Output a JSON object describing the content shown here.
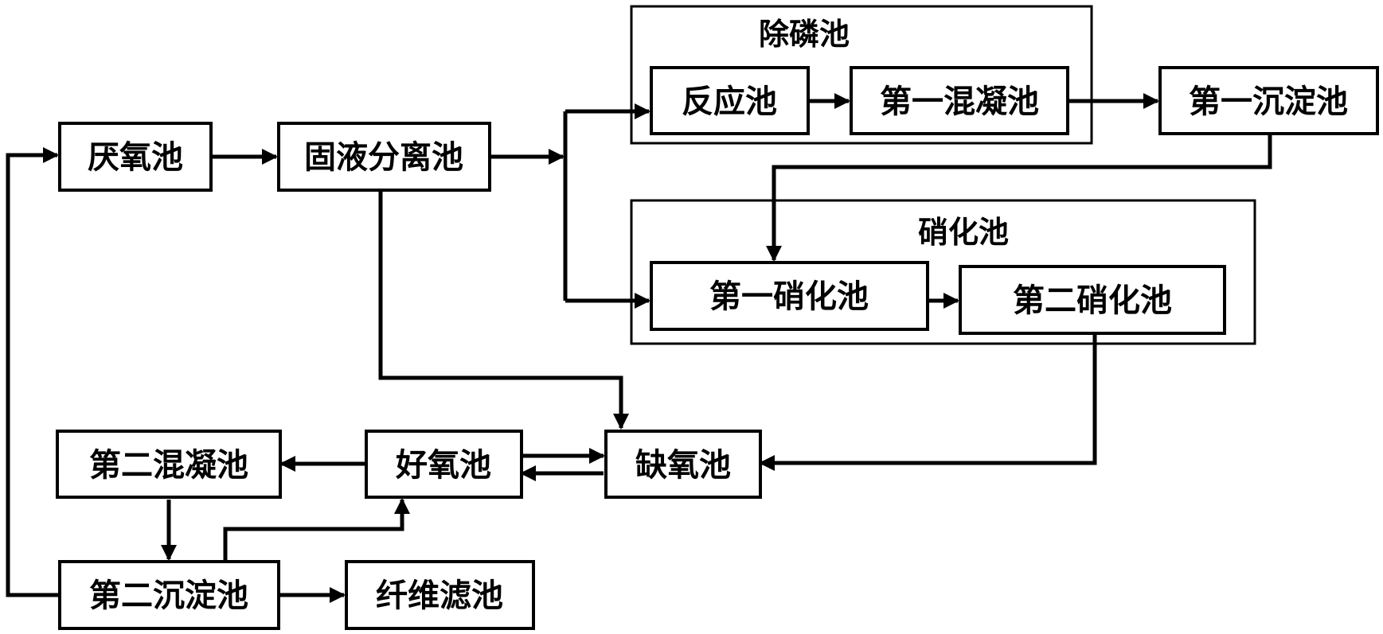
{
  "groups": {
    "phosphorus_removal": "除磷池",
    "nitrification": "硝化池"
  },
  "nodes": {
    "anaerobic": "厌氧池",
    "solid_liquid": "固液分离池",
    "reaction": "反应池",
    "coagulation1": "第一混凝池",
    "sedimentation1": "第一沉淀池",
    "nitrification1": "第一硝化池",
    "nitrification2": "第二硝化池",
    "anoxic": "缺氧池",
    "aerobic": "好氧池",
    "coagulation2": "第二混凝池",
    "sedimentation2": "第二沉淀池",
    "fiber_filter": "纤维滤池"
  }
}
